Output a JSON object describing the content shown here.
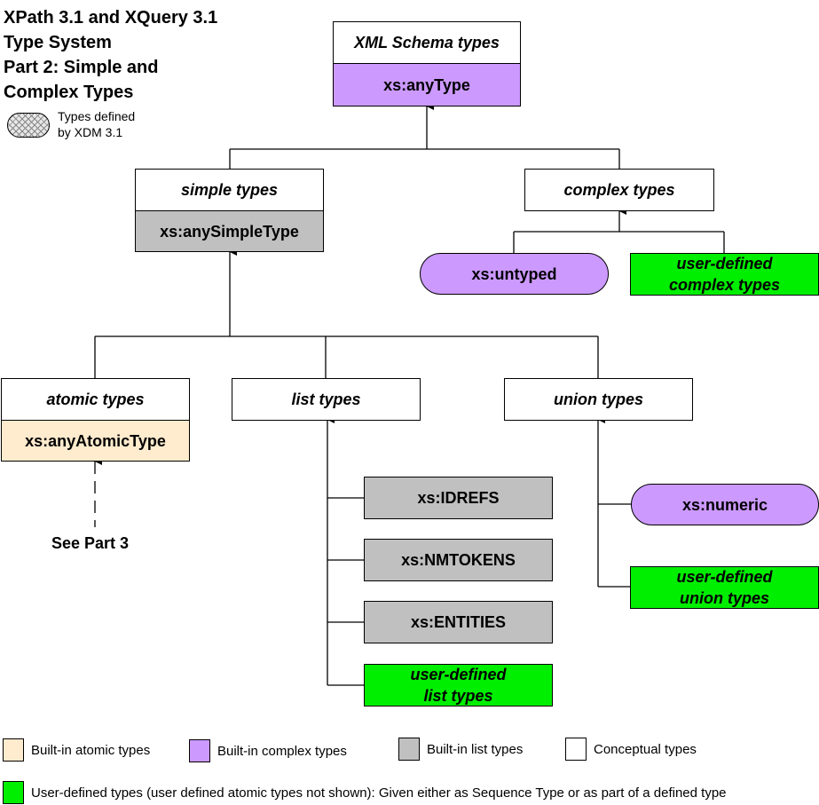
{
  "title": {
    "line1": "XPath 3.1 and XQuery 3.1",
    "line2": "Type System",
    "line3": "Part 2: Simple and",
    "line4": "Complex Types"
  },
  "hatch_note": {
    "line1": "Types defined",
    "line2": "by XDM 3.1"
  },
  "nodes": {
    "xml_schema_types": "XML Schema types",
    "xs_anyType": "xs:anyType",
    "simple_types": "simple types",
    "xs_anySimpleType": "xs:anySimpleType",
    "complex_types": "complex types",
    "xs_untyped": "xs:untyped",
    "ud_complex_l1": "user-defined",
    "ud_complex_l2": "complex types",
    "atomic_types": "atomic types",
    "xs_anyAtomicType": "xs:anyAtomicType",
    "list_types": "list types",
    "union_types": "union types",
    "xs_IDREFS": "xs:IDREFS",
    "xs_NMTOKENS": "xs:NMTOKENS",
    "xs_ENTITIES": "xs:ENTITIES",
    "ud_list_l1": "user-defined",
    "ud_list_l2": "list types",
    "xs_numeric": "xs:numeric",
    "ud_union_l1": "user-defined",
    "ud_union_l2": "union types",
    "see_part3": "See Part 3"
  },
  "legend": {
    "atomic": "Built-in atomic types",
    "complex": "Built-in complex types",
    "list": "Built-in list types",
    "conceptual": "Conceptual types",
    "user_defined": "User-defined types (user defined atomic types not shown):  Given either as Sequence Type or as part of a defined type"
  },
  "colors": {
    "builtin_atomic": "#ffebcd",
    "builtin_complex": "#cc99ff",
    "builtin_list": "#c0c0c0",
    "conceptual": "#ffffff",
    "user_defined": "#00ee00"
  }
}
